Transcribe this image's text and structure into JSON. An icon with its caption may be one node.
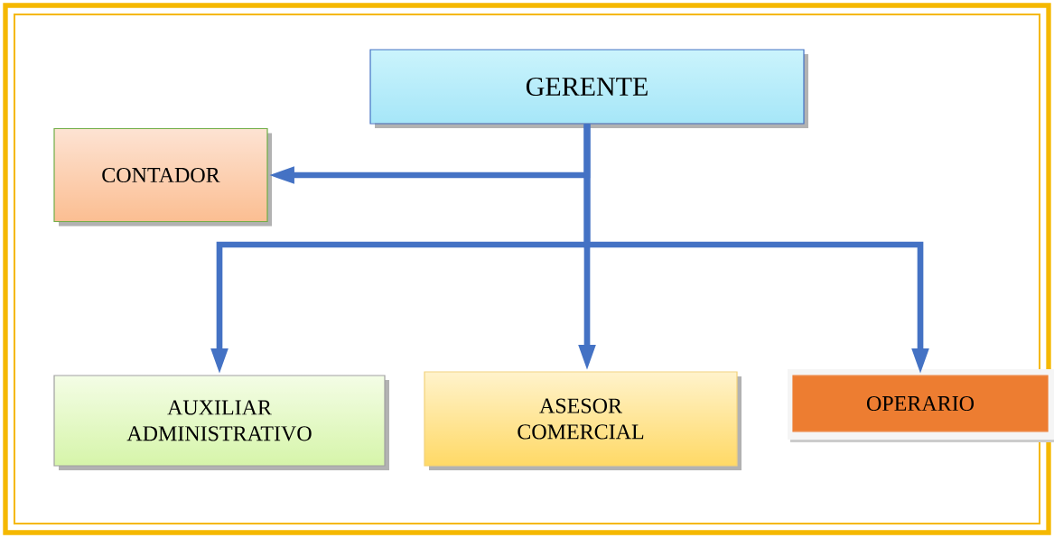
{
  "diagram": {
    "nodes": [
      {
        "text": [
          "GERENTE"
        ]
      },
      {
        "text": [
          "CONTADOR"
        ]
      },
      {
        "text": [
          "AUXILIAR ADMINISTRATIVO"
        ]
      },
      {
        "text": [
          "ASESOR COMERCIAL"
        ]
      },
      {
        "text": [
          "OPERARIO"
        ]
      }
    ],
    "edges": [
      {
        "from": 0,
        "to": 1,
        "arrow": "to"
      },
      {
        "from": 0,
        "to": 2,
        "arrow": "to"
      },
      {
        "from": 0,
        "to": 3,
        "arrow": "to"
      },
      {
        "from": 0,
        "to": 4,
        "arrow": "to"
      }
    ]
  }
}
